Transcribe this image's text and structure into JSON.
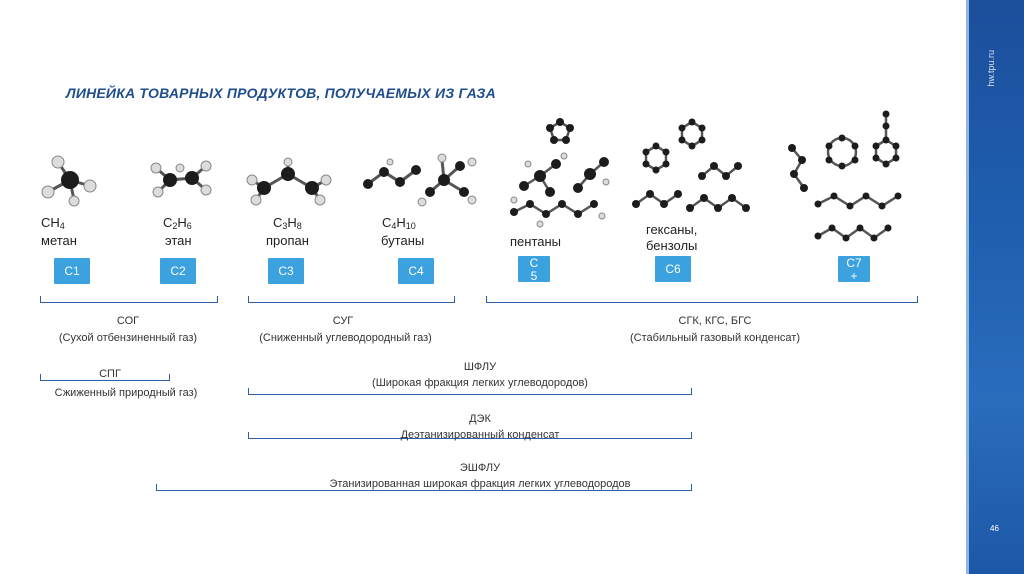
{
  "title": "ЛИНЕЙКА ТОВАРНЫХ ПРОДУКТОВ, ПОЛУЧАЕМЫХ ИЗ ГАЗА",
  "sidebar": {
    "url": "hw.tpu.ru",
    "page_number": "46"
  },
  "molecules": [
    {
      "formula_main": "CH",
      "formula_sub": "4",
      "name": "метан",
      "code": "C1"
    },
    {
      "formula_main": "C",
      "formula_sub": "2",
      "formula_main2": "H",
      "formula_sub2": "6",
      "name": "этан",
      "code": "C2"
    },
    {
      "formula_main": "C",
      "formula_sub": "3",
      "formula_main2": "H",
      "formula_sub2": "8",
      "name": "пропан",
      "code": "C3"
    },
    {
      "formula_main": "C",
      "formula_sub": "4",
      "formula_main2": "H",
      "formula_sub2": "10",
      "name": "бутаны",
      "code": "C4"
    },
    {
      "name": "пентаны",
      "code_line1": "С",
      "code_line2": "5"
    },
    {
      "name_line1": "гексаны,",
      "name_line2": "бензолы",
      "code": "C6"
    },
    {
      "code_line1": "C7",
      "code_line2": "+"
    }
  ],
  "groups": [
    {
      "abbr": "СОГ",
      "desc": "(Сухой отбензиненный газ)"
    },
    {
      "abbr": "СУГ",
      "desc": "(Сниженный углеводородный газ)"
    },
    {
      "abbr": "СГК, КГС, БГС",
      "desc": "(Стабильный газовый конденсат)"
    },
    {
      "abbr": "СПГ",
      "desc": "Сжиженный природный газ)"
    },
    {
      "abbr": "ШФЛУ",
      "desc": "(Широкая фракция легких углеводородов)"
    },
    {
      "abbr": "ДЭК",
      "desc": "Деэтанизированный конденсат"
    },
    {
      "abbr": "ЭШФЛУ",
      "desc": "Этанизированная широкая фракция легких углеводородов"
    }
  ],
  "colors": {
    "title": "#1f4e8c",
    "box": "#3ba1df",
    "bracket": "#2f5fa8",
    "sidebar": "#1f5fb0"
  }
}
